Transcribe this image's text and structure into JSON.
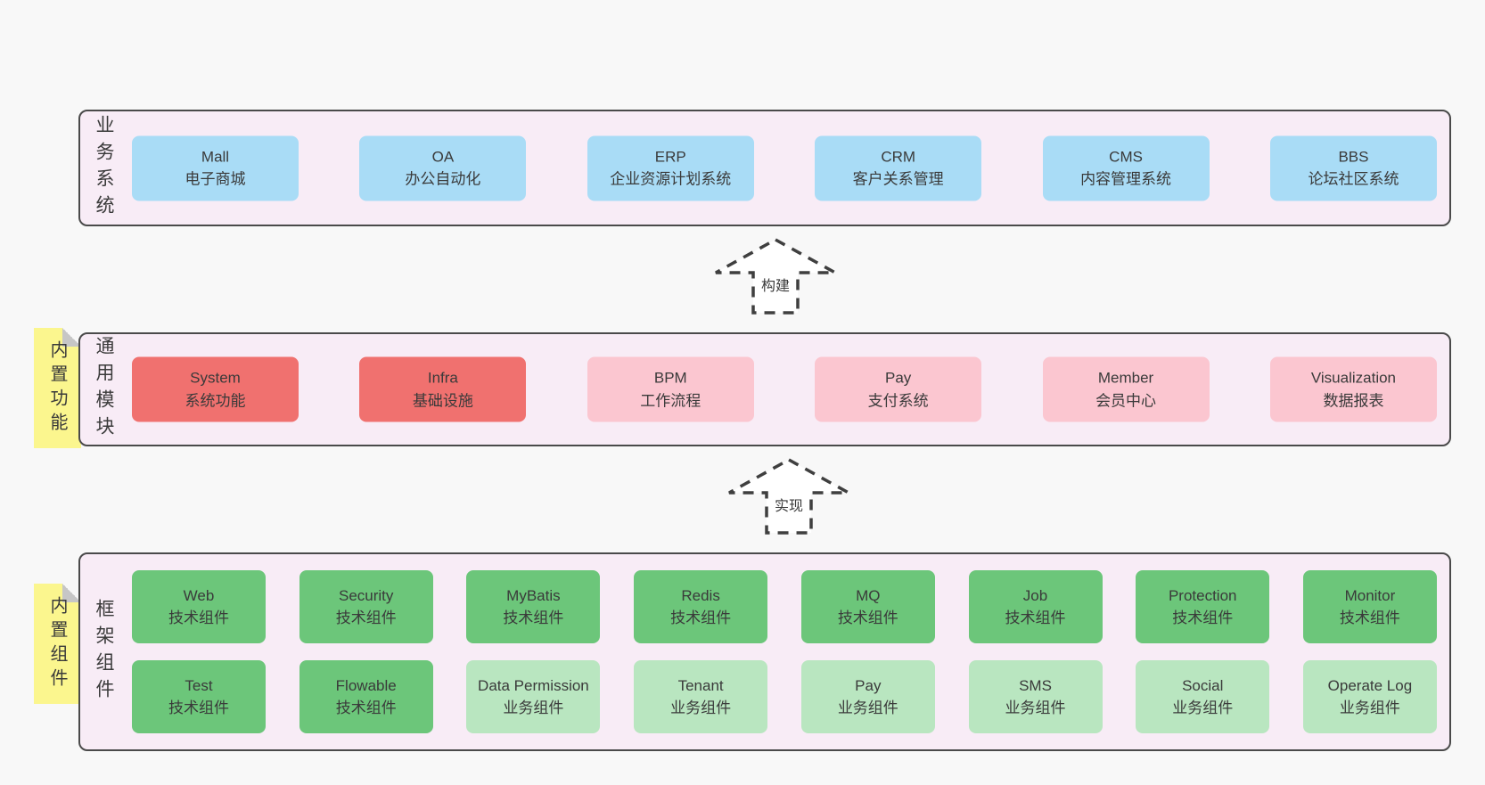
{
  "colors": {
    "page_bg": "#f8f8f8",
    "panel_bg": "#f8ecf6",
    "panel_border": "#4a4a4a",
    "text": "#3a3a3a",
    "blue": "#a9dcf6",
    "red": "#f0716f",
    "pink": "#fbc6d0",
    "green": "#6cc67a",
    "light_green": "#b9e6c0",
    "tag_bg": "#fbf68e",
    "tag_fold": "#c6c6c6",
    "arrow_stroke": "#3f3f3f",
    "arrow_fill": "#ffffff"
  },
  "layers": {
    "business": {
      "label": "业务系统",
      "boxes": [
        {
          "en": "Mall",
          "zh": "电子商城"
        },
        {
          "en": "OA",
          "zh": "办公自动化"
        },
        {
          "en": "ERP",
          "zh": "企业资源计划系统"
        },
        {
          "en": "CRM",
          "zh": "客户关系管理"
        },
        {
          "en": "CMS",
          "zh": "内容管理系统"
        },
        {
          "en": "BBS",
          "zh": "论坛社区系统"
        }
      ]
    },
    "modules": {
      "label": "通用模块",
      "tag": "内置功能",
      "boxes": [
        {
          "en": "System",
          "zh": "系统功能"
        },
        {
          "en": "Infra",
          "zh": "基础设施"
        },
        {
          "en": "BPM",
          "zh": "工作流程"
        },
        {
          "en": "Pay",
          "zh": "支付系统"
        },
        {
          "en": "Member",
          "zh": "会员中心"
        },
        {
          "en": "Visualization",
          "zh": "数据报表"
        }
      ]
    },
    "framework": {
      "label": "框架组件",
      "tag": "内置组件",
      "row1": [
        {
          "en": "Web",
          "zh": "技术组件"
        },
        {
          "en": "Security",
          "zh": "技术组件"
        },
        {
          "en": "MyBatis",
          "zh": "技术组件"
        },
        {
          "en": "Redis",
          "zh": "技术组件"
        },
        {
          "en": "MQ",
          "zh": "技术组件"
        },
        {
          "en": "Job",
          "zh": "技术组件"
        },
        {
          "en": "Protection",
          "zh": "技术组件"
        },
        {
          "en": "Monitor",
          "zh": "技术组件"
        }
      ],
      "row2": [
        {
          "en": "Test",
          "zh": "技术组件"
        },
        {
          "en": "Flowable",
          "zh": "技术组件"
        },
        {
          "en": "Data Permission",
          "zh": "业务组件"
        },
        {
          "en": "Tenant",
          "zh": "业务组件"
        },
        {
          "en": "Pay",
          "zh": "业务组件"
        },
        {
          "en": "SMS",
          "zh": "业务组件"
        },
        {
          "en": "Social",
          "zh": "业务组件"
        },
        {
          "en": "Operate Log",
          "zh": "业务组件"
        }
      ]
    }
  },
  "arrows": [
    {
      "label": "构建"
    },
    {
      "label": "实现"
    }
  ]
}
